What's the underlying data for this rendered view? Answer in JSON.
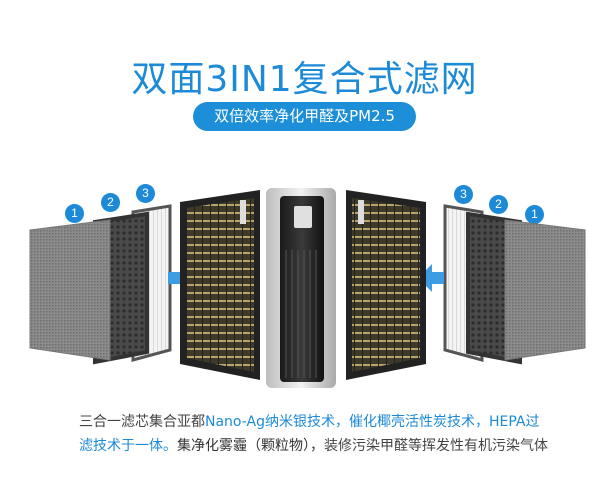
{
  "headline": {
    "title": "双面3IN1复合式滤网",
    "subtitle": "双倍效率净化甲醛及PM2.5"
  },
  "markers": {
    "left": [
      "1",
      "2",
      "3"
    ],
    "right": [
      "3",
      "2",
      "1"
    ]
  },
  "description": {
    "p1": "三合一滤芯集合亚都",
    "p2": "Nano-Ag纳米银技术，催化椰壳活性炭技术，HEPA过滤技术于一体。",
    "p3": "集净化雾霾（颗粒物），",
    "p4": "装修污染甲醛等挥发性有机污染气体"
  },
  "colors": {
    "accent": "#1c8ad6",
    "arrow": "#3d9ce2"
  },
  "icons": [
    "arrow-right-icon",
    "arrow-left-icon"
  ]
}
